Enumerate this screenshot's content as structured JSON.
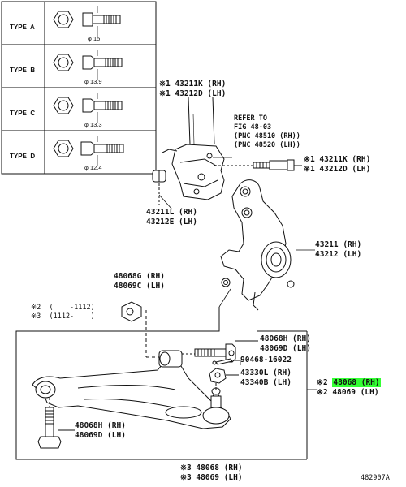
{
  "type_table": [
    {
      "label": "TYPE  A",
      "diameter": "φ 15"
    },
    {
      "label": "TYPE  B",
      "diameter": "φ 13.9"
    },
    {
      "label": "TYPE  C",
      "diameter": "φ 13.3"
    },
    {
      "label": "TYPE  D",
      "diameter": "φ 12.4"
    }
  ],
  "parts": {
    "bolt_top_rh": "※1 43211K (RH)",
    "bolt_top_lh": "※1 43212D (LH)",
    "refer_to": "REFER TO",
    "refer_fig": "FIG 48-03",
    "refer_pnc1": "(PNC 48510 (RH))",
    "refer_pnc2": "(PNC 48520 (LH))",
    "bolt_mid_rh": "※1 43211K (RH)",
    "bolt_mid_lh": "※1 43212D (LH)",
    "bracket_rh": "43211L (RH)",
    "bracket_lh": "43212E (LH)",
    "knuckle_rh": "43211 (RH)",
    "knuckle_lh": "43212 (LH)",
    "nut_rh": "48068G (RH)",
    "nut_lh": "48069C (LH)",
    "note2": "※2  (    -1112)",
    "note3": "※3  (1112-    )",
    "bolt_arm_rh": "48068H (RH)",
    "bolt_arm_lh": "48069D (LH)",
    "pin": "90468-16022",
    "balljoint_nut_rh": "43330L (RH)",
    "balljoint_nut_lh": "43340B (LH)",
    "arm2_prefix": "※2",
    "arm2_rh": "48068 (RH)",
    "arm2_lh_line": "※2 48069 (LH)",
    "bolt_low_rh": "48068H (RH)",
    "bolt_low_lh": "48069D (LH)",
    "arm3_rh": "※3 48068 (RH)",
    "arm3_lh": "※3 48069 (LH)",
    "figure_code": "482907A"
  }
}
